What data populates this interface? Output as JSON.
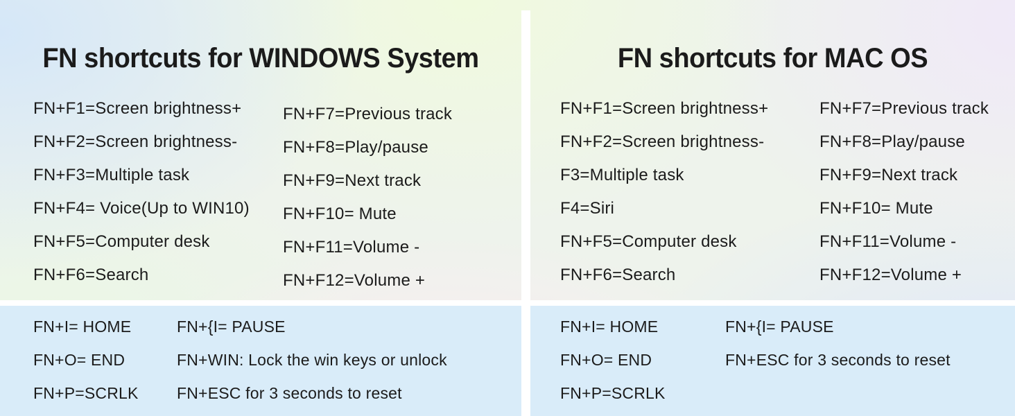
{
  "left_panel": {
    "title": "FN shortcuts for WINDOWS System",
    "main_col1": [
      "FN+F1=Screen brightness+",
      "FN+F2=Screen brightness-",
      "FN+F3=Multiple task",
      "FN+F4= Voice(Up to WIN10)",
      "FN+F5=Computer desk",
      "FN+F6=Search"
    ],
    "main_col2": [
      "FN+F7=Previous track",
      "FN+F8=Play/pause",
      "FN+F9=Next track",
      "FN+F10= Mute",
      "FN+F11=Volume -",
      "FN+F12=Volume +"
    ],
    "extra_col1": [
      "FN+I= HOME",
      "FN+O= END",
      "FN+P=SCRLK"
    ],
    "extra_col2": [
      "FN+{I= PAUSE",
      "FN+WIN: Lock the win keys or unlock",
      "FN+ESC for 3 seconds to reset"
    ]
  },
  "right_panel": {
    "title": "FN shortcuts for MAC OS",
    "main_col1": [
      "FN+F1=Screen brightness+",
      "FN+F2=Screen brightness-",
      "F3=Multiple task",
      "F4=Siri",
      "FN+F5=Computer desk",
      "FN+F6=Search"
    ],
    "main_col2": [
      "FN+F7=Previous track",
      "FN+F8=Play/pause",
      "FN+F9=Next track",
      "FN+F10= Mute",
      "FN+F11=Volume -",
      "FN+F12=Volume +"
    ],
    "extra_col1": [
      "FN+I= HOME",
      "FN+O= END",
      "FN+P=SCRLK"
    ],
    "extra_col2": [
      "FN+{I= PAUSE",
      "FN+ESC for 3 seconds to reset"
    ]
  },
  "colors": {
    "extra_section_bg": "#d9ecf9",
    "divider": "#ffffff",
    "text": "#1b1b1b"
  }
}
